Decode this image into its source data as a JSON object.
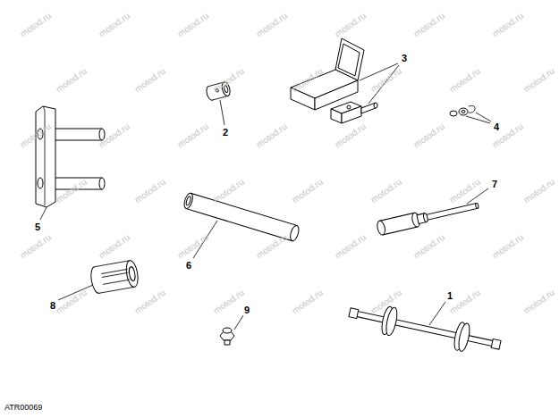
{
  "diagram": {
    "labels": [
      "1",
      "2",
      "3",
      "4",
      "5",
      "6",
      "7",
      "8",
      "9",
      "ATR00069",
      "motod.ru",
      "motod.ru",
      "motod.ru",
      "motod.ru",
      "motod.ru",
      "motod.ru",
      "motod.ru",
      "motod.ru",
      "motod.ru",
      "motod.ru",
      "motod.ru",
      "motod.ru",
      "motod.ru",
      "motod.ru",
      "motod.ru",
      "motod.ru",
      "motod.ru",
      "motod.ru",
      "motod.ru",
      "motod.ru",
      "motod.ru",
      "motod.ru",
      "motod.ru",
      "motod.ru",
      "motod.ru",
      "motod.ru",
      "motod.ru",
      "motod.ru",
      "motod.ru",
      "motod.ru",
      "motod.ru",
      "motod.ru",
      "motod.ru",
      "motod.ru",
      "motod.ru",
      "motod.ru",
      "motod.ru",
      "motod.ru",
      "motod.ru",
      "motod.ru",
      "motod.ru",
      "motod.ru"
    ]
  }
}
